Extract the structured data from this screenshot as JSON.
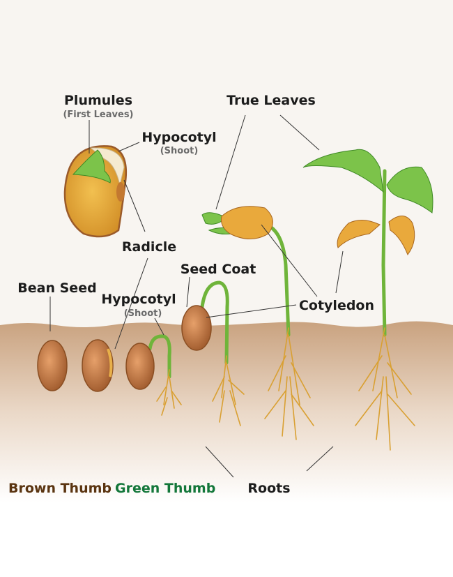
{
  "labels": {
    "plumules": "Plumules",
    "first_leaves": "(First Leaves)",
    "hypocotyl_top": "Hypocotyl",
    "shoot_top": "(Shoot)",
    "true_leaves": "True Leaves",
    "radicle": "Radicle",
    "seed_coat": "Seed Coat",
    "bean_seed": "Bean Seed",
    "hypocotyl_bottom": "Hypocotyl",
    "shoot_bottom": "(Shoot)",
    "cotyledon": "Cotyledon",
    "roots": "Roots"
  },
  "brand": {
    "brown": "Brown Thumb",
    "green": "Green Thumb",
    "brown_color": "#5a3410",
    "green_color": "#13773a"
  },
  "colors": {
    "sky": "#f8f5f1",
    "soil": "#c9a27f",
    "leaf": "#7cc34a",
    "bean": "#c07a45"
  }
}
